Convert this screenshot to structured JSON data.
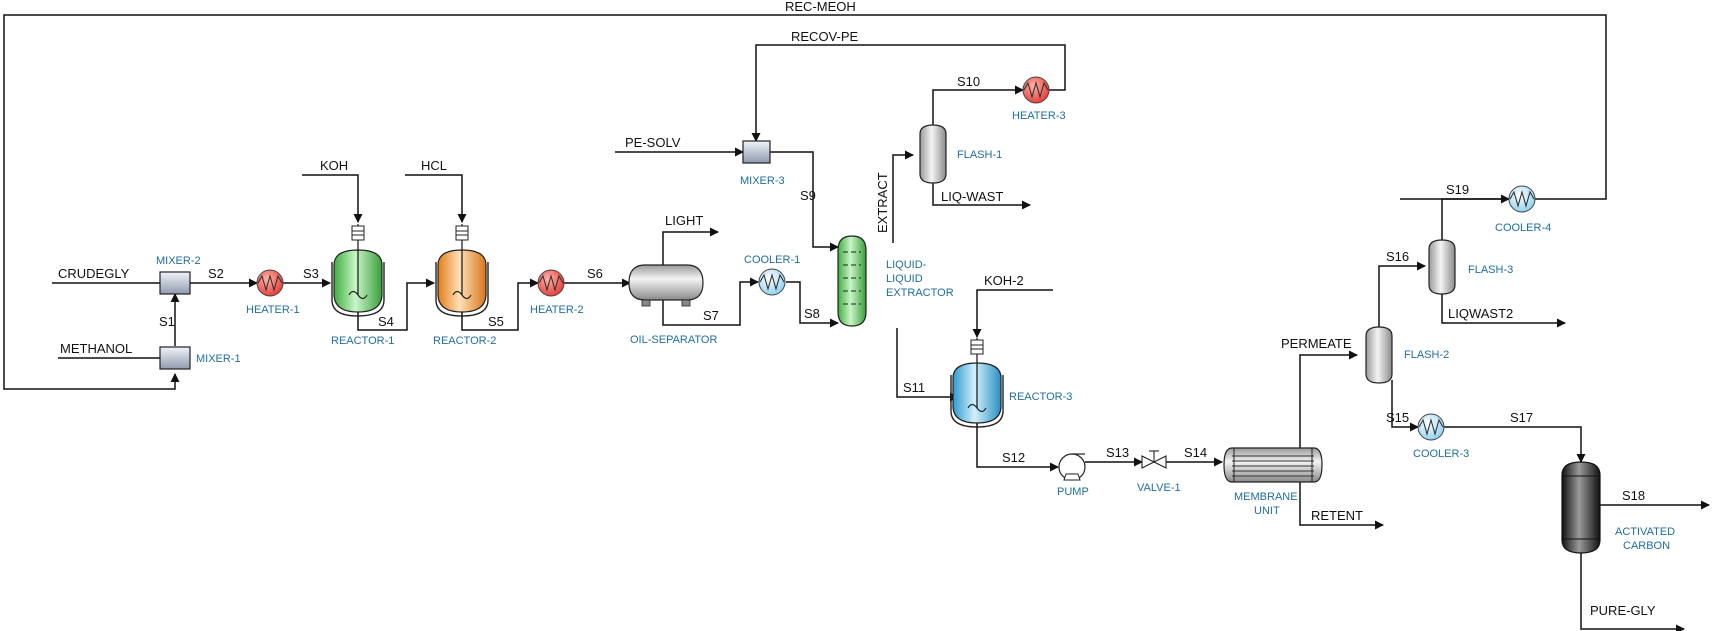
{
  "colors": {
    "line": "#111111",
    "equipment_label": "#1f6e9c",
    "heater_red": "#e53935",
    "reactor1_green": "#66cc66",
    "reactor2_orange": "#f59b3c",
    "reactor3_blue": "#5cb8e0",
    "extractor_green": "#7fd67f",
    "vessel_grey": "#c8c8c8",
    "cooler_blue": "#8ccfef",
    "carbon_dark": "#333333"
  },
  "equipment": {
    "mixer2": "MIXER-2",
    "mixer1": "MIXER-1",
    "heater1": "HEATER-1",
    "reactor1": "REACTOR-1",
    "reactor2": "REACTOR-2",
    "heater2": "HEATER-2",
    "oil_separator": "OIL-SEPARATOR",
    "cooler1": "COOLER-1",
    "mixer3": "MIXER-3",
    "lle_line1": "LIQUID-",
    "lle_line2": "LIQUID",
    "lle_line3": "EXTRACTOR",
    "flash1": "FLASH-1",
    "heater3": "HEATER-3",
    "reactor3": "REACTOR-3",
    "pump": "PUMP",
    "valve1": "VALVE-1",
    "membrane_line1": "MEMBRANE",
    "membrane_line2": "UNIT",
    "flash2": "FLASH-2",
    "flash3": "FLASH-3",
    "cooler4": "COOLER-4",
    "cooler3": "COOLER-3",
    "carbon_line1": "ACTIVATED",
    "carbon_line2": "CARBON"
  },
  "streams": {
    "rec_meoh": "REC-MEOH",
    "recov_pe": "RECOV-PE",
    "crudegly": "CRUDEGLY",
    "methanol": "METHANOL",
    "koh": "KOH",
    "hcl": "HCL",
    "pe_solv": "PE-SOLV",
    "light": "LIGHT",
    "extract": "EXTRACT",
    "liq_wast": "LIQ-WAST",
    "koh2": "KOH-2",
    "permeate": "PERMEATE",
    "retent": "RETENT",
    "liqwast2": "LIQWAST2",
    "pure_gly": "PURE-GLY",
    "s1": "S1",
    "s2": "S2",
    "s3": "S3",
    "s4": "S4",
    "s5": "S5",
    "s6": "S6",
    "s7": "S7",
    "s8": "S8",
    "s9": "S9",
    "s10": "S10",
    "s11": "S11",
    "s12": "S12",
    "s13": "S13",
    "s14": "S14",
    "s15": "S15",
    "s16": "S16",
    "s17": "S17",
    "s18": "S18",
    "s19": "S19"
  }
}
